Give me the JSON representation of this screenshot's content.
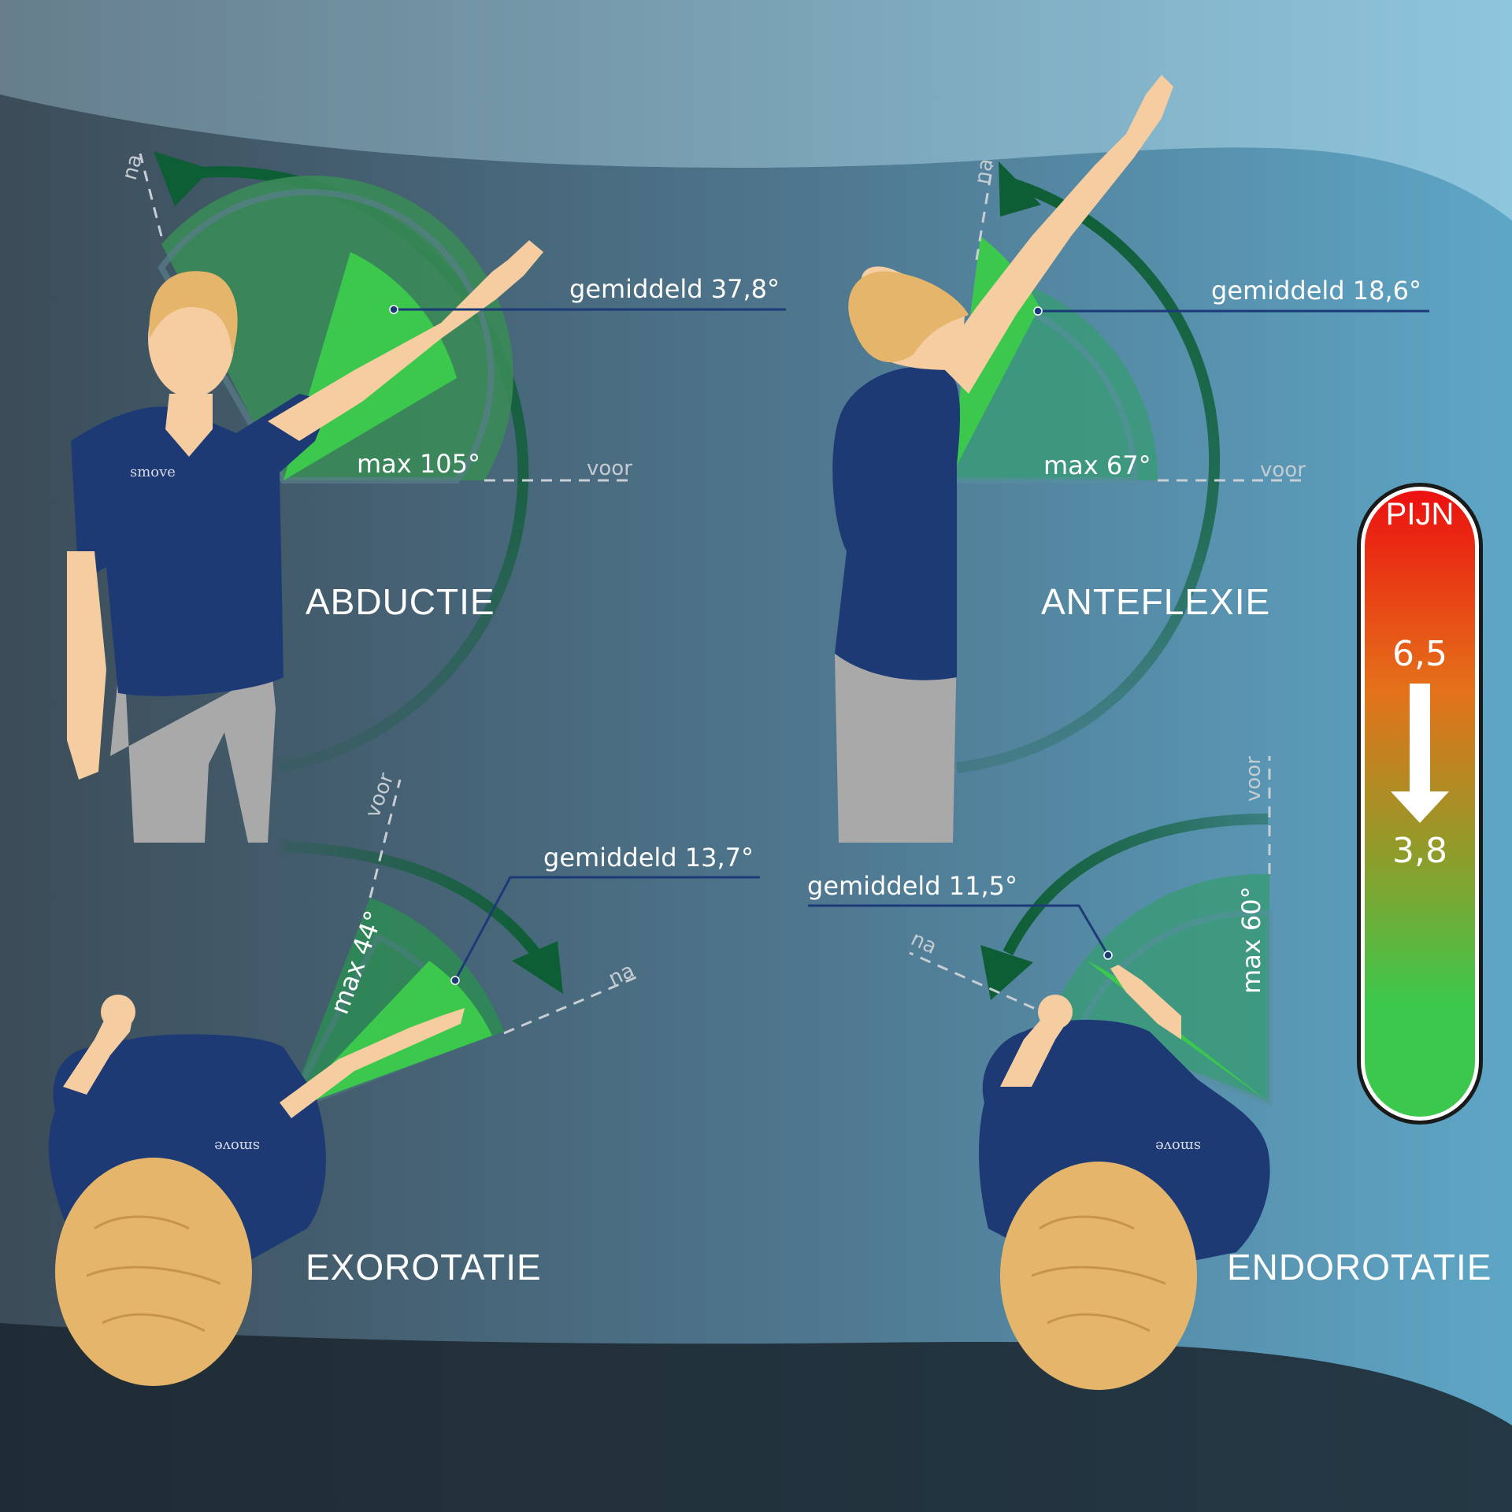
{
  "colors": {
    "shirt": "#1e3a75",
    "pants": "#a9a9a9",
    "skin": "#f5cda0",
    "hair": "#e4b56a",
    "arc_dark": "#0e5e35",
    "sector_avg": "#3cc84c",
    "sector_max": "#2f8a55",
    "pointer_line": "#1c3a78"
  },
  "panels": {
    "abductie": {
      "title": "ABDUCTIE",
      "avg_label": "gemiddeld 37,8°",
      "max_label": "max 105°",
      "front_label": "voor",
      "back_label": "na",
      "max_degrees": 105,
      "avg_degrees": 37.8
    },
    "anteflexie": {
      "title": "ANTEFLEXIE",
      "avg_label": "gemiddeld 18,6°",
      "max_label": "max 67°",
      "front_label": "voor",
      "back_label": "na",
      "max_degrees": 67,
      "avg_degrees": 18.6
    },
    "exorotatie": {
      "title": "EXOROTATIE",
      "avg_label": "gemiddeld 13,7°",
      "max_label": "max 44°",
      "front_label": "voor",
      "back_label": "na",
      "max_degrees": 44,
      "avg_degrees": 13.7
    },
    "endorotatie": {
      "title": "ENDOROTATIE",
      "avg_label": "gemiddeld 11,5°",
      "max_label": "max 60°",
      "front_label": "voor",
      "back_label": "na",
      "max_degrees": 60,
      "avg_degrees": 11.5
    }
  },
  "pain_scale": {
    "title": "PIJN",
    "from_value": "6,5",
    "to_value": "3,8",
    "top_color": "#e8141a",
    "mid_color": "#e07a1a",
    "bottom_color": "#3cc84c"
  },
  "shirt_logo": "smove"
}
